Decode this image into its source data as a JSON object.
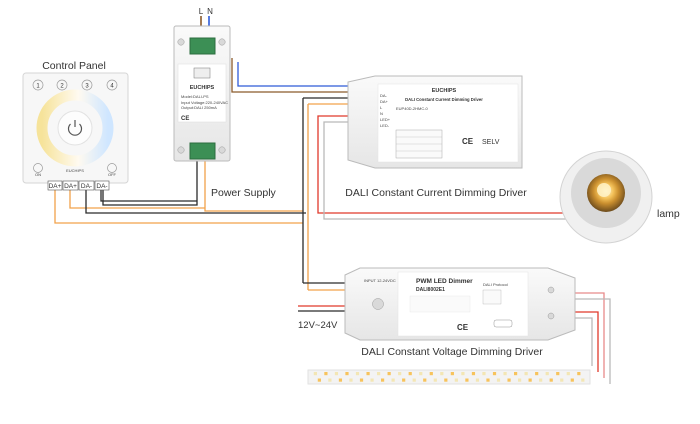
{
  "colors": {
    "brown": "#8b5a2b",
    "blue": "#2f5bd8",
    "black": "#2b2b2b",
    "orange": "#f2a24a",
    "red": "#e0392b",
    "grey": "#b9b9b9",
    "pink": "#e88a8a"
  },
  "control_panel": {
    "title": "Control Panel",
    "zones": [
      "1",
      "2",
      "3",
      "4"
    ],
    "brand": "EUCHIPS",
    "left_label": "ON",
    "right_label": "OFF",
    "terminals": [
      "DA+",
      "DA+",
      "DA-",
      "DA-"
    ]
  },
  "power_supply": {
    "input_l": "L",
    "input_n": "N",
    "brand": "EUCHIPS",
    "model": "Model:DALI-PS",
    "specs": [
      "Input Voltage:220-240VAC",
      "Output:DALI 250mA"
    ],
    "label": "Power Supply"
  },
  "cc_driver": {
    "brand": "EUCHIPS",
    "title": "DALI Constant Current Dimming Driver",
    "model": "EUP40D-2HMC-0",
    "caption": "DALI Constant Current Dimming Driver",
    "terminals": [
      "DA-",
      "DA+",
      "L",
      "N",
      "LED+",
      "LED-"
    ],
    "marks": [
      "CE",
      "SELV"
    ]
  },
  "lamp": {
    "label": "lamp"
  },
  "cv_driver": {
    "title": "PWM LED Dimmer",
    "model": "DALI8002E1",
    "input": "INPUT 12-24VDC",
    "channels": "DALI Protocol",
    "caption": "DALI Constant Voltage Dimming Driver",
    "voltage": "12V~24V",
    "marks": [
      "CE"
    ]
  },
  "strip": {
    "segments": 26
  }
}
